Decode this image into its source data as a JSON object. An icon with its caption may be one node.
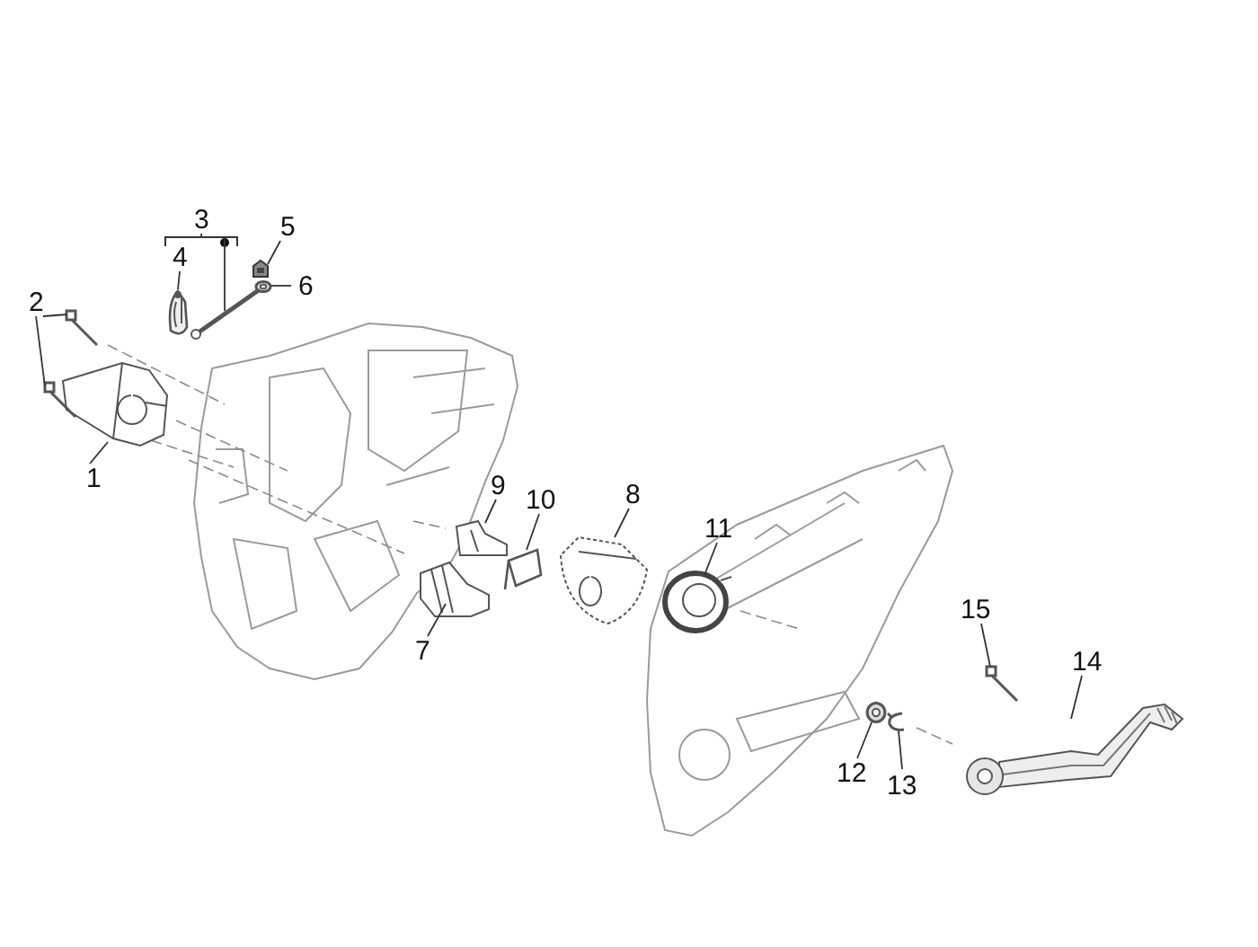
{
  "diagram": {
    "nodes": [
      {
        "text": [
          "1"
        ]
      },
      {
        "text": [
          "2"
        ]
      },
      {
        "text": [
          "3"
        ]
      },
      {
        "text": [
          "4"
        ]
      },
      {
        "text": [
          "5"
        ]
      },
      {
        "text": [
          "6"
        ]
      },
      {
        "text": [
          "7"
        ]
      },
      {
        "text": [
          "8"
        ]
      },
      {
        "text": [
          "9"
        ]
      },
      {
        "text": [
          "10"
        ]
      },
      {
        "text": [
          "11"
        ]
      },
      {
        "text": [
          "12"
        ]
      },
      {
        "text": [
          "13"
        ]
      },
      {
        "text": [
          "14"
        ]
      },
      {
        "text": [
          "15"
        ]
      },
      {
        "text": [],
        "shape": "picture"
      },
      {
        "text": [],
        "shape": "picture"
      },
      {
        "text": [],
        "shape": "picture"
      },
      {
        "text": [],
        "shape": "picture"
      },
      {
        "text": [],
        "shape": "picture"
      },
      {
        "text": [],
        "shape": "picture"
      },
      {
        "text": [],
        "shape": "picture"
      },
      {
        "text": [],
        "shape": "picture"
      },
      {
        "text": [],
        "shape": "picture"
      },
      {
        "text": [],
        "shape": "picture"
      },
      {
        "text": [],
        "shape": "picture"
      },
      {
        "text": [],
        "shape": "picture"
      },
      {
        "text": [],
        "shape": "picture"
      },
      {
        "text": [],
        "shape": "picture"
      },
      {
        "text": [],
        "shape": "picture"
      },
      {
        "text": [],
        "shape": "picture"
      }
    ],
    "edges": [
      {
        "from": 0,
        "to": 15,
        "arrow": "none"
      },
      {
        "from": 1,
        "to": 16,
        "arrow": "none"
      },
      {
        "from": 1,
        "to": 17,
        "arrow": "none"
      },
      {
        "from": 2,
        "to": 18,
        "arrow": "none"
      },
      {
        "from": 3,
        "to": 19,
        "arrow": "none"
      },
      {
        "from": 4,
        "to": 20,
        "arrow": "none"
      },
      {
        "from": 5,
        "to": 21,
        "arrow": "none"
      },
      {
        "from": 6,
        "to": 22,
        "arrow": "none"
      },
      {
        "from": 7,
        "to": 23,
        "arrow": "none"
      },
      {
        "from": 8,
        "to": 24,
        "arrow": "none"
      },
      {
        "from": 9,
        "to": 25,
        "arrow": "none"
      },
      {
        "from": 10,
        "to": 26,
        "arrow": "none"
      },
      {
        "from": 11,
        "to": 27,
        "arrow": "none"
      },
      {
        "from": 12,
        "to": 28,
        "arrow": "none"
      },
      {
        "from": 13,
        "to": 29,
        "arrow": "none"
      },
      {
        "from": 14,
        "to": 30,
        "arrow": "none"
      }
    ]
  }
}
